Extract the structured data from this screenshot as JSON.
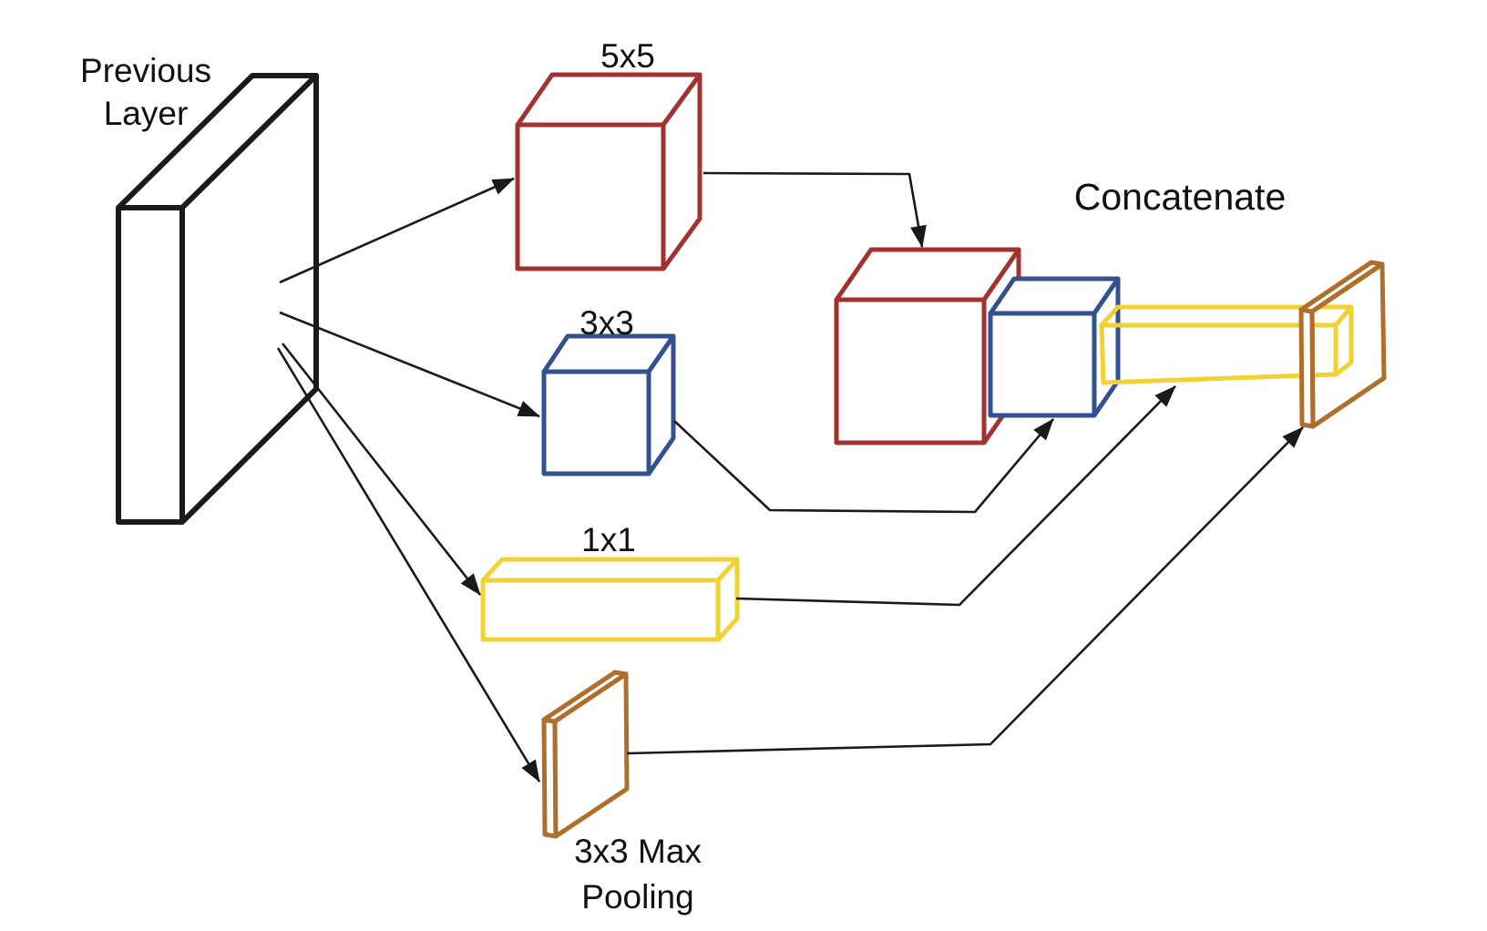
{
  "diagram": {
    "background_color": "#ffffff",
    "line_color": "#1a1a1a",
    "text_color": "#111111",
    "previous_layer": {
      "label_line1": "Previous",
      "label_line2": "Layer"
    },
    "branches": {
      "conv5": {
        "label": "5x5",
        "color": "#A23230"
      },
      "conv3": {
        "label": "3x3",
        "color": "#33518F"
      },
      "conv1": {
        "label": "1x1",
        "color": "#F2D233"
      },
      "pool": {
        "label_line1": "3x3 Max",
        "label_line2": "Pooling",
        "color": "#B06E2C"
      }
    },
    "output": {
      "label": "Concatenate"
    }
  }
}
